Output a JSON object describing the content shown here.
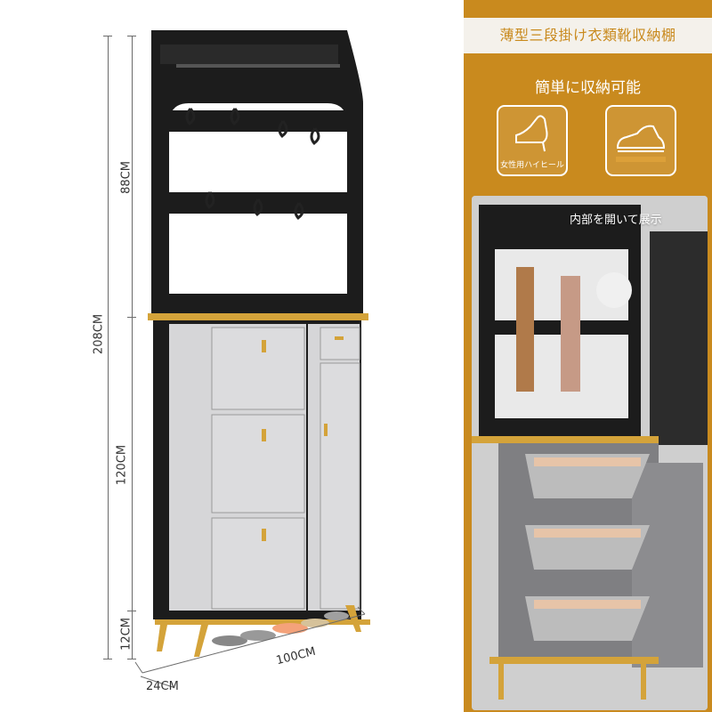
{
  "dimensions": {
    "total_height": "208CM",
    "upper_height": "88CM",
    "cabinet_height": "120CM",
    "leg_height": "12CM",
    "width": "100CM",
    "depth": "24CM"
  },
  "panel": {
    "title": "薄型三段掛け衣類靴収納棚",
    "subtitle": "簡単に収納可能",
    "cards": [
      {
        "icon": "high-heel-icon",
        "caption": "女性用ハイヒール"
      },
      {
        "icon": "sneaker-icon",
        "caption": ""
      }
    ],
    "photo_caption": "内部を開いて展示"
  },
  "colors": {
    "accent_gold": "#c98a1e",
    "frame_black": "#1c1c1c",
    "cabinet_grey": "#d6d6d8",
    "trim_gold": "#d4a33a"
  }
}
